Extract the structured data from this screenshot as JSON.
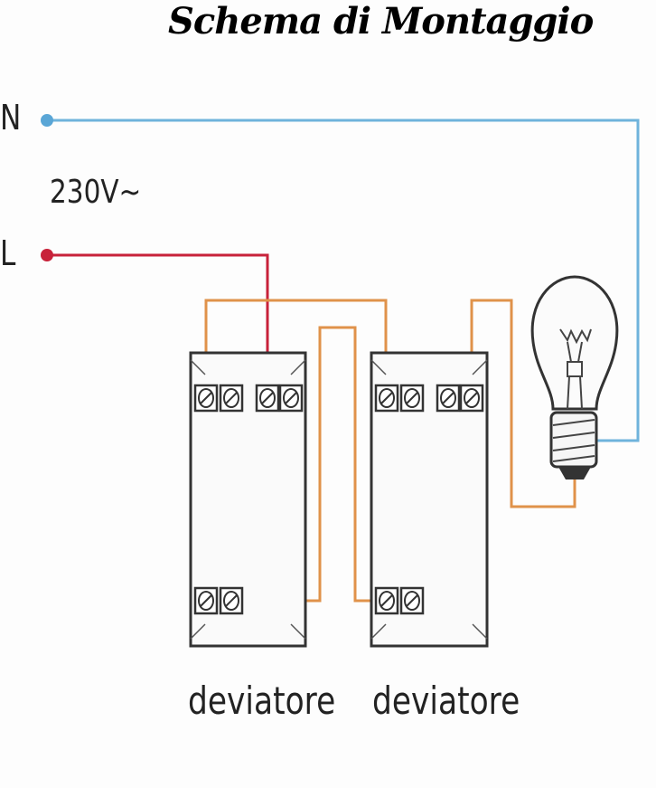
{
  "title": "Schema di Montaggio",
  "labels": {
    "neutral": "N",
    "line": "L",
    "voltage": "230V~",
    "switch_1": "deviatore",
    "switch_2": "deviatore"
  },
  "colors": {
    "neutral_wire": "#6fb3dc",
    "line_wire": "#c8223a",
    "switched_wire": "#e0924a",
    "outline": "#333333"
  },
  "icons": [
    "light-bulb-icon",
    "switch-icon"
  ]
}
